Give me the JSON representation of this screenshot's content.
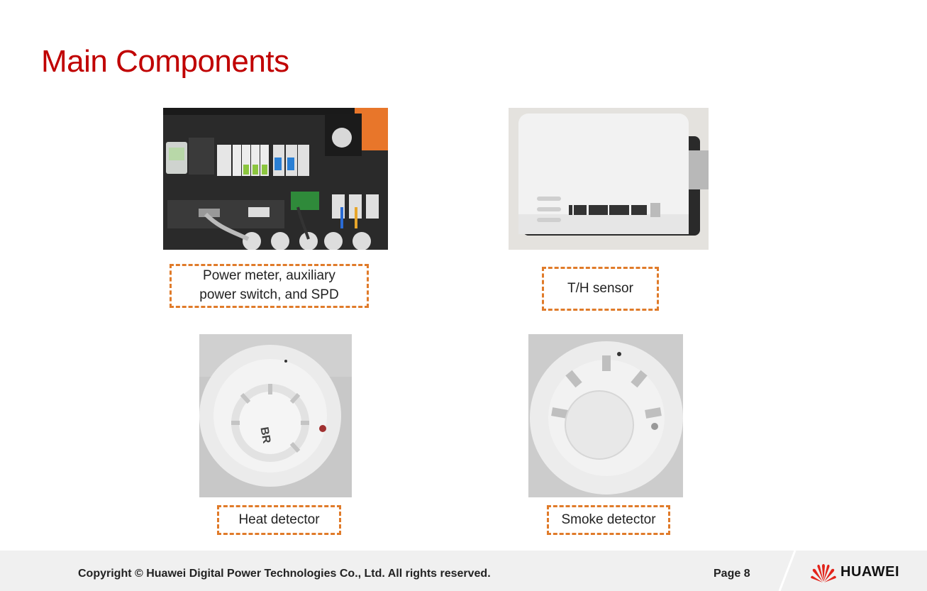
{
  "slide": {
    "title": "Main Components"
  },
  "components": [
    {
      "name": "power",
      "caption_lines": [
        "Power meter, auxiliary",
        "power switch, and SPD"
      ]
    },
    {
      "name": "th",
      "caption_lines": [
        "T/H sensor"
      ]
    },
    {
      "name": "heat",
      "caption_lines": [
        "Heat detector"
      ]
    },
    {
      "name": "smoke",
      "caption_lines": [
        "Smoke detector"
      ]
    }
  ],
  "photo_text": {
    "heat_marking": "BR"
  },
  "footer": {
    "copyright": "Copyright © Huawei Digital Power Technologies Co., Ltd. All rights reserved.",
    "page": "Page 8",
    "brand": "HUAWEI"
  },
  "colors": {
    "title": "#c00000",
    "caption_border": "#e07b2a",
    "footer_bg": "#f0f0f0",
    "logo_red": "#e2231a"
  }
}
